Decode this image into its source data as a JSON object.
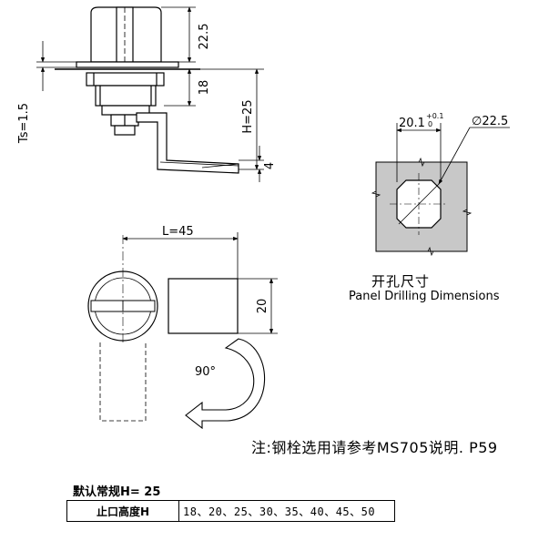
{
  "side_view": {
    "dim_ts": "Ts=1.5",
    "dim_top": "22.5",
    "dim_mid": "18",
    "dim_h": "H=25",
    "dim_small": "4"
  },
  "panel_drilling": {
    "dim_width": "20.1",
    "tol_upper": "+0.1",
    "tol_lower": "0",
    "dim_dia": "∅22.5",
    "caption_cn": "开孔尺寸",
    "caption_en": "Panel Drilling Dimensions"
  },
  "top_view": {
    "dim_length": "L=45",
    "dim_width": "20",
    "rotation": "90°"
  },
  "note": "注:钢栓选用请参考MS705说明. P59",
  "default_height": "默认常规H= 25",
  "height_table": {
    "label": "止口高度H",
    "values": "18、20、25、30、35、40、45、50"
  }
}
